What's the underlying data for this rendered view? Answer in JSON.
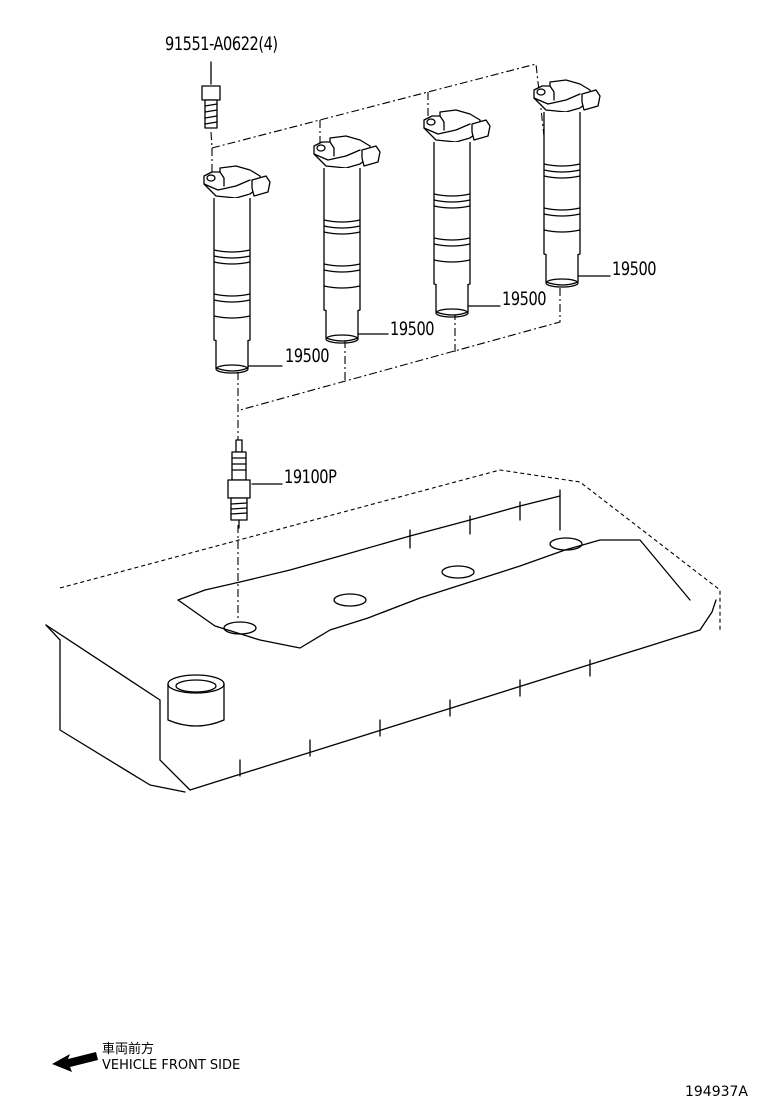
{
  "parts": {
    "bolt": "91551-A0622(4)",
    "coil_1": "19500",
    "coil_2": "19500",
    "coil_3": "19500",
    "coil_4": "19500",
    "spark_plug": "19100P"
  },
  "legend": {
    "japanese": "車両前方",
    "english": "VEHICLE FRONT SIDE",
    "arrow_icon": "front-arrow-icon"
  },
  "diagram_id": "194937A"
}
